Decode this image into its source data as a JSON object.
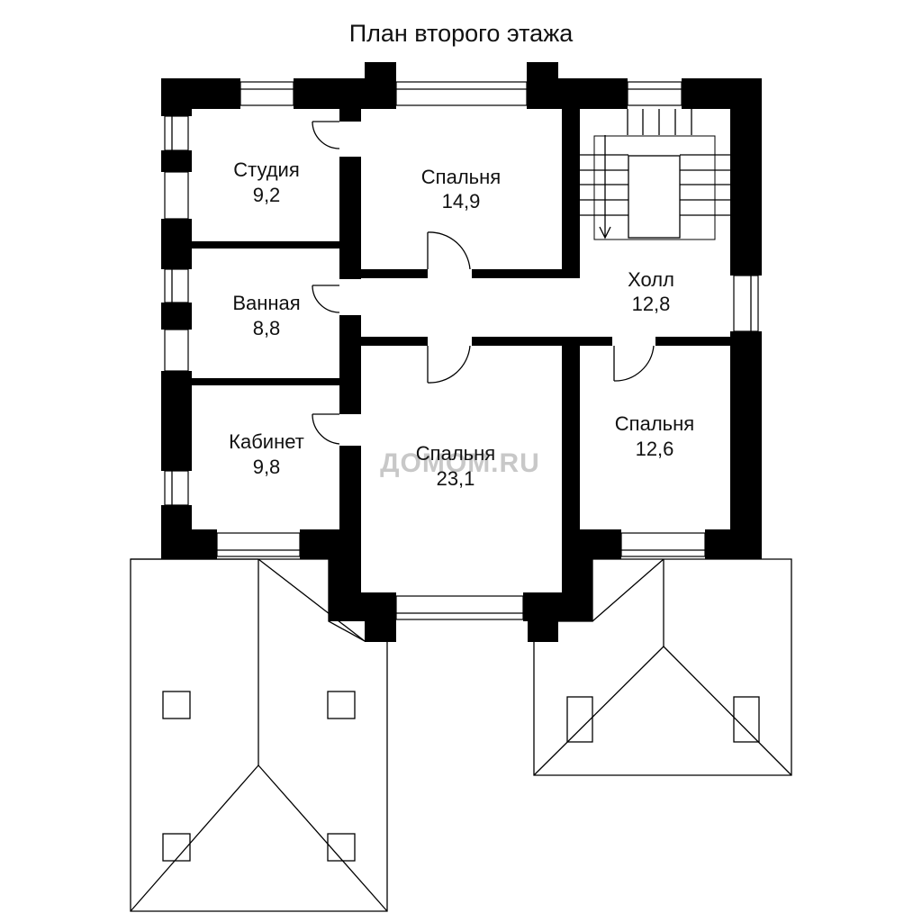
{
  "title": "План второго этажа",
  "watermark": "ДОМОМ.RU",
  "rooms": [
    {
      "name": "Студия",
      "area": "9,2"
    },
    {
      "name": "Спальня",
      "area": "14,9"
    },
    {
      "name": "Холл",
      "area": "12,8"
    },
    {
      "name": "Ванная",
      "area": "8,8"
    },
    {
      "name": "Кабинет",
      "area": "9,8"
    },
    {
      "name": "Спальня",
      "area": "23,1"
    },
    {
      "name": "Спальня",
      "area": "12,6"
    }
  ],
  "colors": {
    "wall": "#000000",
    "background": "#ffffff",
    "watermark": "#c8c8c8"
  }
}
